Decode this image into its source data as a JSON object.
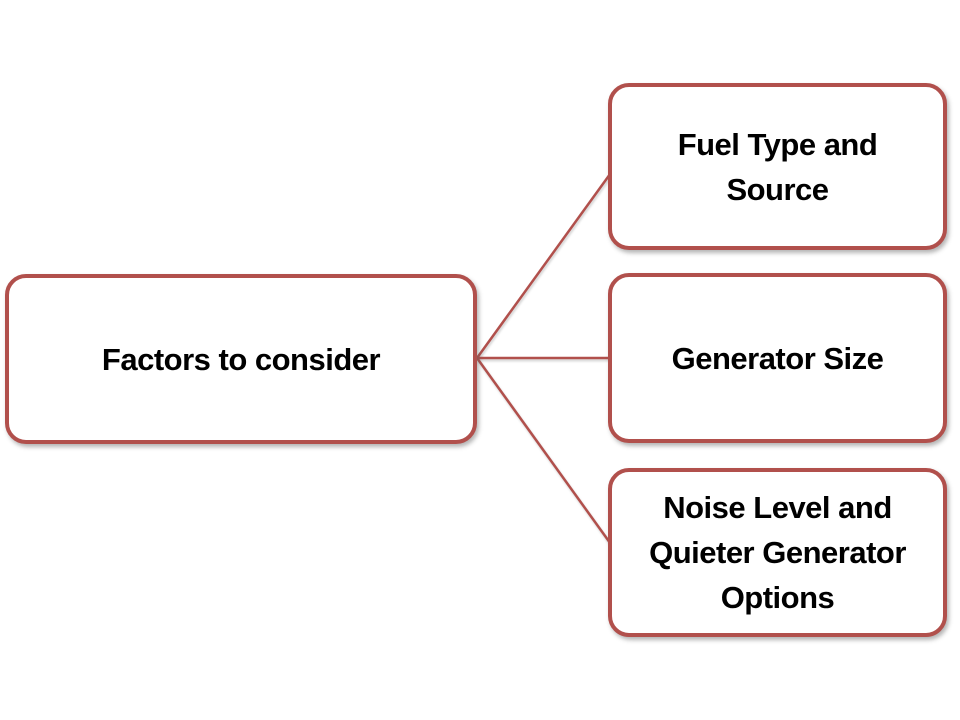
{
  "diagram": {
    "type": "radial-list",
    "background_color": "#ffffff",
    "accent_border_color": "#b1504c",
    "text_color": "#000000",
    "root": {
      "label": "Factors to consider"
    },
    "children": [
      {
        "label": "Fuel Type and Source"
      },
      {
        "label": "Generator Size"
      },
      {
        "label": "Noise Level and Quieter Generator Options"
      }
    ],
    "connectors": [
      {
        "from": "Factors to consider",
        "to": "Fuel Type and Source"
      },
      {
        "from": "Factors to consider",
        "to": "Generator Size"
      },
      {
        "from": "Factors to consider",
        "to": "Noise Level and Quieter Generator Options"
      }
    ]
  }
}
